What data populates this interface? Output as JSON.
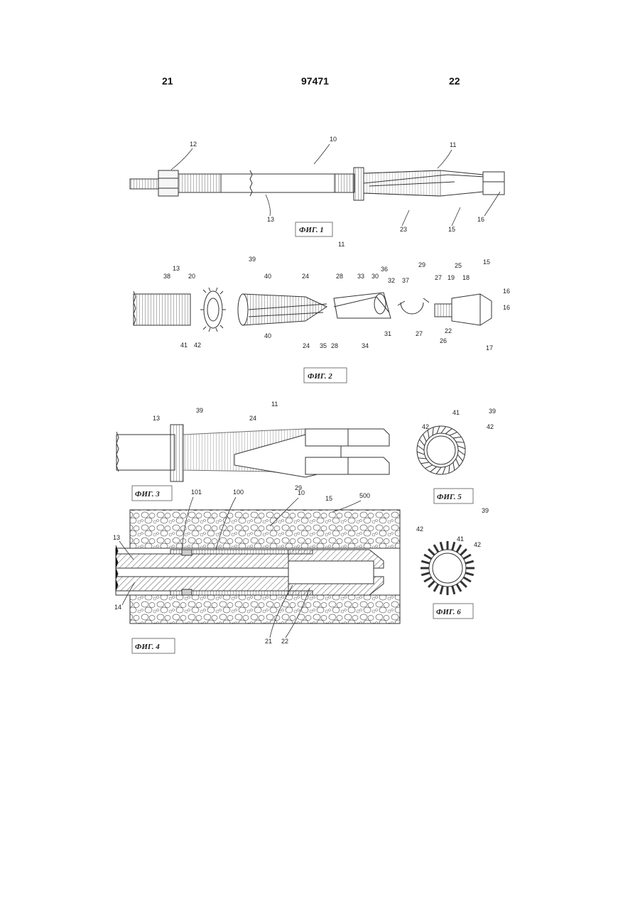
{
  "header": {
    "left_page": "21",
    "center_number": "97471",
    "right_page": "22"
  },
  "figures": {
    "fig1": {
      "caption": "ФИГ. 1",
      "labels": [
        "12",
        "10",
        "11",
        "13",
        "23",
        "15",
        "16"
      ]
    },
    "fig2": {
      "caption": "ФИГ. 2",
      "labels": [
        "13",
        "39",
        "11",
        "29",
        "25",
        "15",
        "38",
        "20",
        "40",
        "24",
        "28",
        "33",
        "30",
        "36",
        "32",
        "37",
        "27",
        "19",
        "18",
        "16",
        "16",
        "41",
        "42",
        "40",
        "24",
        "35",
        "28",
        "34",
        "31",
        "27",
        "26",
        "22",
        "17"
      ]
    },
    "fig3": {
      "caption": "ФИГ. 3",
      "labels": [
        "13",
        "39",
        "24",
        "11",
        "29",
        "15"
      ]
    },
    "fig4": {
      "caption": "ФИГ. 4",
      "labels": [
        "101",
        "100",
        "10",
        "500",
        "13",
        "14",
        "21",
        "22"
      ]
    },
    "fig5": {
      "caption": "ФИГ. 5",
      "labels": [
        "39",
        "42",
        "41",
        "42"
      ]
    },
    "fig6": {
      "caption": "ФИГ. 6",
      "labels": [
        "39",
        "42",
        "41",
        "42"
      ]
    }
  }
}
